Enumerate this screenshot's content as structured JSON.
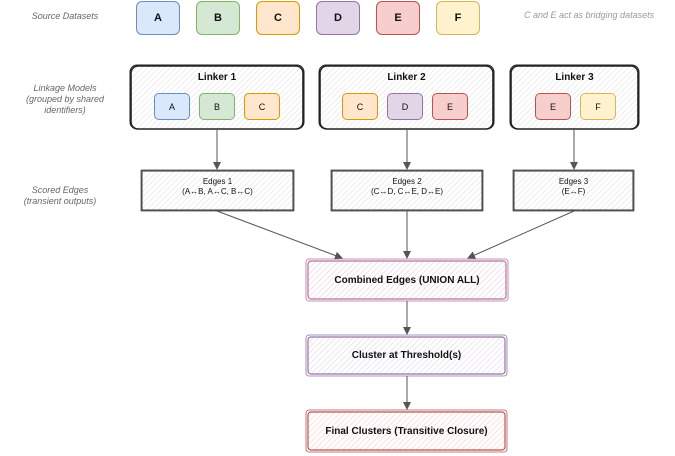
{
  "row_labels": {
    "sources": "Source Datasets",
    "linkers": [
      "Linkage Models",
      "(grouped by shared",
      "identifiers)"
    ],
    "edges": [
      "Scored Edges",
      "(transient outputs)"
    ]
  },
  "note": "C and E act as bridging datasets",
  "sources": [
    {
      "label": "A",
      "color": "#dae8fc"
    },
    {
      "label": "B",
      "color": "#d5e8d4"
    },
    {
      "label": "C",
      "color": "#ffe6cc"
    },
    {
      "label": "D",
      "color": "#e1d5e7"
    },
    {
      "label": "E",
      "color": "#f8cecc"
    },
    {
      "label": "F",
      "color": "#fff2cc"
    }
  ],
  "linkers": [
    {
      "title": "Linker 1",
      "datasets": [
        "A",
        "B",
        "C"
      ]
    },
    {
      "title": "Linker 2",
      "datasets": [
        "C",
        "D",
        "E"
      ]
    },
    {
      "title": "Linker 3",
      "datasets": [
        "E",
        "F"
      ]
    }
  ],
  "edges": [
    {
      "title": "Edges 1",
      "pairs": "(A↔B, A↔C, B↔C)"
    },
    {
      "title": "Edges 2",
      "pairs": "(C↔D, C↔E, D↔E)"
    },
    {
      "title": "Edges 3",
      "pairs": "(E↔F)"
    }
  ],
  "steps": {
    "combined": "Combined Edges (UNION ALL)",
    "cluster": "Cluster at Threshold(s)",
    "final": "Final Clusters (Transitive Closure)"
  },
  "colors": {
    "combined_border": "#b5739d",
    "combined_fill": "#e6d0de",
    "cluster_border": "#9673a6",
    "cluster_fill": "#e1d5e7",
    "final_border": "#b85450",
    "final_fill": "#f8cecc"
  }
}
